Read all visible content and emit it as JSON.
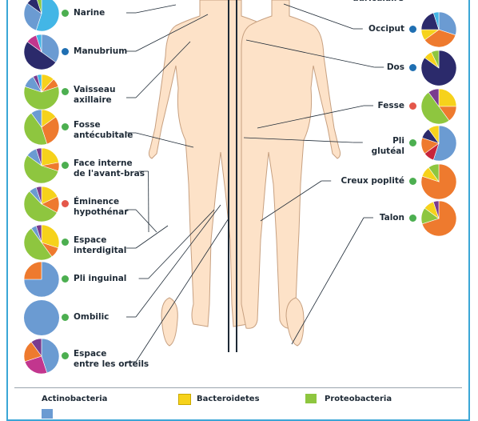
{
  "colors": {
    "green_dot": "#4caf50",
    "blue_dot": "#1f6fb2",
    "red_dot": "#e4574a",
    "actinobacteria": "#6b9bd2",
    "bacteroidetes": "#f6d21b",
    "proteobacteria": "#8ec63f",
    "firmicutes": "#ee7a2e",
    "dark_navy": "#2b2a6b",
    "sky": "#43b6e6",
    "magenta": "#c2368e",
    "crimson": "#c8243b",
    "purple": "#7a3b8f",
    "skin": "#fde2c8",
    "skin_stroke": "#c7a080"
  },
  "left_sites": [
    {
      "label": "Narine",
      "dot": "green",
      "pie": [
        [
          "sky",
          0.55
        ],
        [
          "actinobacteria",
          0.3
        ],
        [
          "dark_navy",
          0.1
        ],
        [
          "proteobacteria",
          0.05
        ]
      ]
    },
    {
      "label": "Manubrium",
      "dot": "blue",
      "pie": [
        [
          "actinobacteria",
          0.35
        ],
        [
          "dark_navy",
          0.5
        ],
        [
          "magenta",
          0.1
        ],
        [
          "sky",
          0.05
        ]
      ]
    },
    {
      "label": "Vaisseau\naxillaire",
      "dot": "green",
      "pie": [
        [
          "bacteroidetes",
          0.12
        ],
        [
          "firmicutes",
          0.08
        ],
        [
          "proteobacteria",
          0.6
        ],
        [
          "actinobacteria",
          0.12
        ],
        [
          "purple",
          0.04
        ],
        [
          "sky",
          0.04
        ]
      ]
    },
    {
      "label": "Fosse\nantécubitale",
      "dot": "green",
      "pie": [
        [
          "bacteroidetes",
          0.15
        ],
        [
          "firmicutes",
          0.3
        ],
        [
          "proteobacteria",
          0.45
        ],
        [
          "actinobacteria",
          0.1
        ]
      ]
    },
    {
      "label": "Face interne\nde l'avant-bras",
      "dot": "green",
      "pie": [
        [
          "bacteroidetes",
          0.22
        ],
        [
          "firmicutes",
          0.08
        ],
        [
          "proteobacteria",
          0.55
        ],
        [
          "actinobacteria",
          0.1
        ],
        [
          "purple",
          0.05
        ]
      ]
    },
    {
      "label": "Éminence\nhypothénar",
      "dot": "red",
      "pie": [
        [
          "bacteroidetes",
          0.18
        ],
        [
          "firmicutes",
          0.15
        ],
        [
          "proteobacteria",
          0.55
        ],
        [
          "actinobacteria",
          0.07
        ],
        [
          "purple",
          0.05
        ]
      ]
    },
    {
      "label": "Espace\ninterdigital",
      "dot": "green",
      "pie": [
        [
          "bacteroidetes",
          0.3
        ],
        [
          "firmicutes",
          0.1
        ],
        [
          "proteobacteria",
          0.5
        ],
        [
          "actinobacteria",
          0.05
        ],
        [
          "purple",
          0.05
        ]
      ]
    },
    {
      "label": "Pli inguinal",
      "dot": "green",
      "pie": [
        [
          "actinobacteria",
          0.75
        ],
        [
          "firmicutes",
          0.25
        ]
      ]
    },
    {
      "label": "Ombilic",
      "dot": "green",
      "pie": [
        [
          "actinobacteria",
          1.0
        ]
      ]
    },
    {
      "label": "Espace\nentre les orteils",
      "dot": "green",
      "pie": [
        [
          "actinobacteria",
          0.45
        ],
        [
          "magenta",
          0.25
        ],
        [
          "firmicutes",
          0.2
        ],
        [
          "purple",
          0.1
        ]
      ]
    }
  ],
  "right_sites": [
    {
      "label": "Occiput",
      "dot": "blue",
      "pie": [
        [
          "actinobacteria",
          0.3
        ],
        [
          "firmicutes",
          0.35
        ],
        [
          "bacteroidetes",
          0.1
        ],
        [
          "dark_navy",
          0.2
        ],
        [
          "sky",
          0.05
        ]
      ]
    },
    {
      "label": "Dos",
      "dot": "blue",
      "pie": [
        [
          "dark_navy",
          0.85
        ],
        [
          "bacteroidetes",
          0.08
        ],
        [
          "proteobacteria",
          0.07
        ]
      ]
    },
    {
      "label": "Fesse",
      "dot": "red",
      "pie": [
        [
          "bacteroidetes",
          0.25
        ],
        [
          "firmicutes",
          0.15
        ],
        [
          "proteobacteria",
          0.5
        ],
        [
          "purple",
          0.1
        ]
      ]
    },
    {
      "label": "Pli\nglutéal",
      "dot": "green",
      "pie": [
        [
          "actinobacteria",
          0.55
        ],
        [
          "crimson",
          0.1
        ],
        [
          "firmicutes",
          0.15
        ],
        [
          "dark_navy",
          0.1
        ],
        [
          "bacteroidetes",
          0.1
        ]
      ]
    },
    {
      "label": "Creux poplité",
      "dot": "green",
      "pie": [
        [
          "firmicutes",
          0.8
        ],
        [
          "bacteroidetes",
          0.1
        ],
        [
          "proteobacteria",
          0.1
        ]
      ]
    },
    {
      "label": "Talon",
      "dot": "green",
      "pie": [
        [
          "firmicutes",
          0.7
        ],
        [
          "proteobacteria",
          0.15
        ],
        [
          "bacteroidetes",
          0.1
        ],
        [
          "purple",
          0.05
        ]
      ]
    }
  ],
  "top_partial_label": "auriculaire",
  "legend": {
    "title": "Actinobacteria",
    "items": [
      {
        "label": "Bacteroidetes",
        "color": "bacteroidetes"
      },
      {
        "label": "Proteobacteria",
        "color": "proteobacteria"
      }
    ]
  }
}
